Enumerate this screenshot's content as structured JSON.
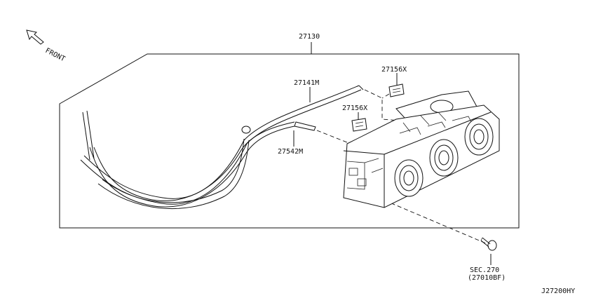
{
  "front_label": "FRONT",
  "labels": {
    "assembly": "27130",
    "cable_upper": "27141M",
    "cable_lower": "27542M",
    "clip_upper": "27156X",
    "clip_lower": "27156X",
    "section_ref_1": "SEC.270",
    "section_ref_2": "(27010BF)",
    "diagram_code": "J27200HY"
  }
}
